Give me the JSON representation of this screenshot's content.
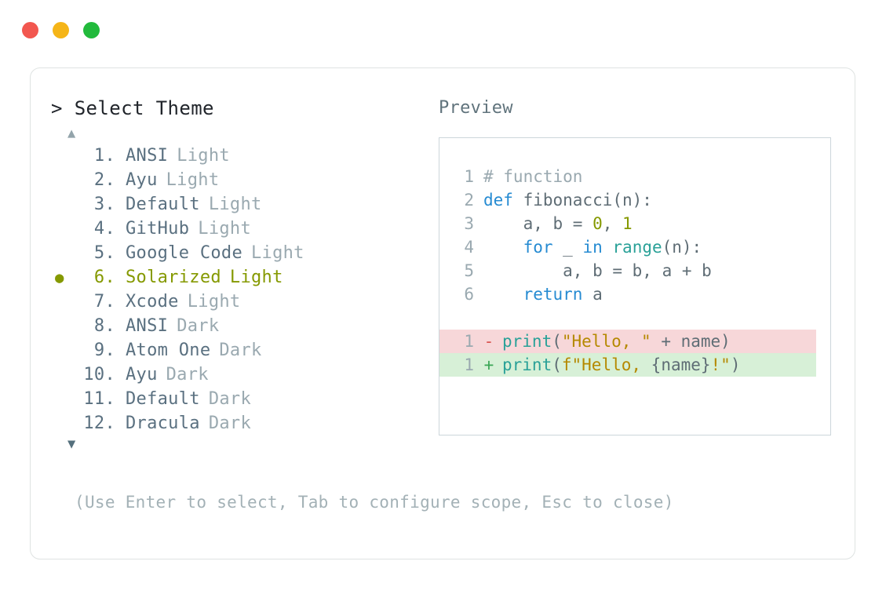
{
  "window": {
    "traffic_lights": [
      {
        "name": "close-button",
        "color": "#f2574f"
      },
      {
        "name": "minimize-button",
        "color": "#f5b518"
      },
      {
        "name": "maximize-button",
        "color": "#22ba3c"
      }
    ]
  },
  "picker": {
    "prompt": "> Select Theme",
    "scroll_up_glyph": "▲",
    "scroll_down_glyph": "▼",
    "selected_bullet": "●",
    "selected_index": 6,
    "selected_color": "#859900",
    "items": [
      {
        "number": "1.",
        "name": "ANSI",
        "variant": "Light",
        "selected": false
      },
      {
        "number": "2.",
        "name": "Ayu",
        "variant": "Light",
        "selected": false
      },
      {
        "number": "3.",
        "name": "Default",
        "variant": "Light",
        "selected": false
      },
      {
        "number": "4.",
        "name": "GitHub",
        "variant": "Light",
        "selected": false
      },
      {
        "number": "5.",
        "name": "Google Code",
        "variant": "Light",
        "selected": false
      },
      {
        "number": "6.",
        "name": "Solarized",
        "variant": "Light",
        "selected": true
      },
      {
        "number": "7.",
        "name": "Xcode",
        "variant": "Light",
        "selected": false
      },
      {
        "number": "8.",
        "name": "ANSI",
        "variant": "Dark",
        "selected": false
      },
      {
        "number": "9.",
        "name": "Atom One",
        "variant": "Dark",
        "selected": false
      },
      {
        "number": "10.",
        "name": "Ayu",
        "variant": "Dark",
        "selected": false
      },
      {
        "number": "11.",
        "name": "Default",
        "variant": "Dark",
        "selected": false
      },
      {
        "number": "12.",
        "name": "Dracula",
        "variant": "Dark",
        "selected": false
      }
    ]
  },
  "preview": {
    "label": "Preview",
    "code_lines": [
      {
        "line_number": "1",
        "tokens": [
          {
            "text": "# function",
            "type": "comment"
          }
        ]
      },
      {
        "line_number": "2",
        "tokens": [
          {
            "text": "def ",
            "type": "keyword"
          },
          {
            "text": "fibonacci(n):",
            "type": "plain"
          }
        ]
      },
      {
        "line_number": "3",
        "tokens": [
          {
            "text": "    a, b = ",
            "type": "plain"
          },
          {
            "text": "0",
            "type": "number"
          },
          {
            "text": ", ",
            "type": "plain"
          },
          {
            "text": "1",
            "type": "number"
          }
        ]
      },
      {
        "line_number": "4",
        "tokens": [
          {
            "text": "    ",
            "type": "plain"
          },
          {
            "text": "for",
            "type": "keyword"
          },
          {
            "text": " _ ",
            "type": "plain"
          },
          {
            "text": "in",
            "type": "keyword"
          },
          {
            "text": " ",
            "type": "plain"
          },
          {
            "text": "range",
            "type": "builtin"
          },
          {
            "text": "(n):",
            "type": "plain"
          }
        ]
      },
      {
        "line_number": "5",
        "tokens": [
          {
            "text": "        a, b = b, a + b",
            "type": "plain"
          }
        ]
      },
      {
        "line_number": "6",
        "tokens": [
          {
            "text": "    ",
            "type": "plain"
          },
          {
            "text": "return",
            "type": "keyword"
          },
          {
            "text": " a",
            "type": "plain"
          }
        ]
      }
    ],
    "diff_lines": [
      {
        "line_number": "1",
        "sign": "-",
        "kind": "removed",
        "background": "#f7d7d9",
        "tokens": [
          {
            "text": "print",
            "type": "builtin"
          },
          {
            "text": "(",
            "type": "plain"
          },
          {
            "text": "\"Hello, \"",
            "type": "string"
          },
          {
            "text": " + name)",
            "type": "plain"
          }
        ]
      },
      {
        "line_number": "1",
        "sign": "+",
        "kind": "added",
        "background": "#d7f0d7",
        "tokens": [
          {
            "text": "print",
            "type": "builtin"
          },
          {
            "text": "(",
            "type": "plain"
          },
          {
            "text": "f\"Hello, ",
            "type": "string"
          },
          {
            "text": "{name}",
            "type": "plain"
          },
          {
            "text": "!\"",
            "type": "string"
          },
          {
            "text": ")",
            "type": "plain"
          }
        ]
      }
    ]
  },
  "footer": {
    "hint": "(Use Enter to select, Tab to configure scope, Esc to close)"
  }
}
